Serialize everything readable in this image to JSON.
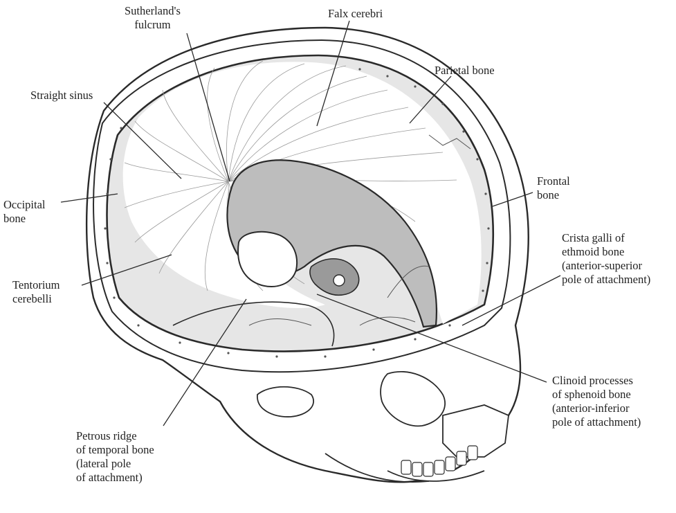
{
  "labels": {
    "sutherland": [
      "Sutherland's",
      "fulcrum"
    ],
    "falx": [
      "Falx cerebri"
    ],
    "parietal": [
      "Parietal bone"
    ],
    "straight_sinus": [
      "Straight sinus"
    ],
    "occipital": [
      "Occipital",
      "bone"
    ],
    "frontal": [
      "Frontal",
      "bone"
    ],
    "crista": [
      "Crista galli of",
      "ethmoid bone",
      "(anterior-superior",
      "pole of attachment)"
    ],
    "tentorium": [
      "Tentorium",
      "cerebelli"
    ],
    "clinoid": [
      "Clinoid processes",
      "of sphenoid bone",
      "(anterior-inferior",
      "pole of attachment)"
    ],
    "petrous": [
      "Petrous ridge",
      "of temporal bone",
      "(lateral pole",
      "of attachment)"
    ]
  },
  "colors": {
    "line": "#2a2a2a",
    "fill_light": "#e6e6e6",
    "fill_mid": "#bdbdbd",
    "fill_dark": "#9a9a9a",
    "paper": "#ffffff"
  }
}
